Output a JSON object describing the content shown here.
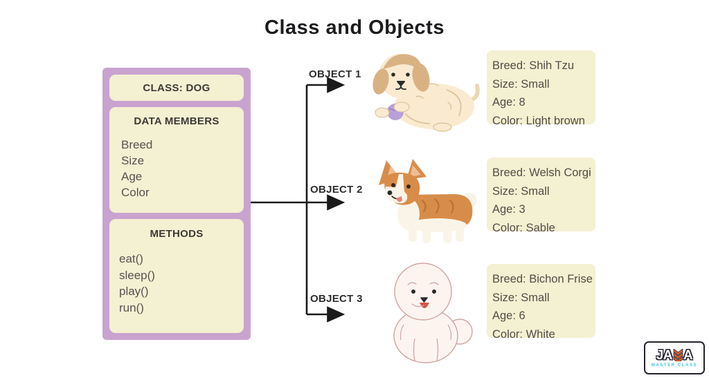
{
  "title": "Class and Objects",
  "class_box": {
    "header": "CLASS: DOG",
    "data_members": {
      "header": "DATA MEMBERS",
      "items": [
        "Breed",
        "Size",
        "Age",
        "Color"
      ]
    },
    "methods": {
      "header": "METHODS",
      "items": [
        "eat()",
        "sleep()",
        "play()",
        "run()"
      ]
    }
  },
  "objects": [
    {
      "label": "OBJECT 1",
      "illustration": "shih-tzu-dog",
      "info": [
        "Breed: Shih Tzu",
        "Size: Small",
        "Age: 8",
        "Color: Light brown"
      ]
    },
    {
      "label": "OBJECT 2",
      "illustration": "welsh-corgi-dog",
      "info": [
        "Breed: Welsh Corgi",
        "Size: Small",
        "Age: 3",
        "Color: Sable"
      ]
    },
    {
      "label": "OBJECT 3",
      "illustration": "bichon-frise-dog",
      "info": [
        "Breed: Bichon Frise",
        "Size: Small",
        "Age: 6",
        "Color: White"
      ]
    }
  ],
  "logo": {
    "word": "JAVA",
    "left": "JA",
    "right": "A",
    "subtitle": "MASTER CLASS"
  },
  "colors": {
    "class_border": "#c9a3cf",
    "panel_bg": "#f4f0d2",
    "arrow": "#1a1a1a",
    "logo_orange": "#e8622d",
    "logo_cyan": "#3fc3e6"
  }
}
